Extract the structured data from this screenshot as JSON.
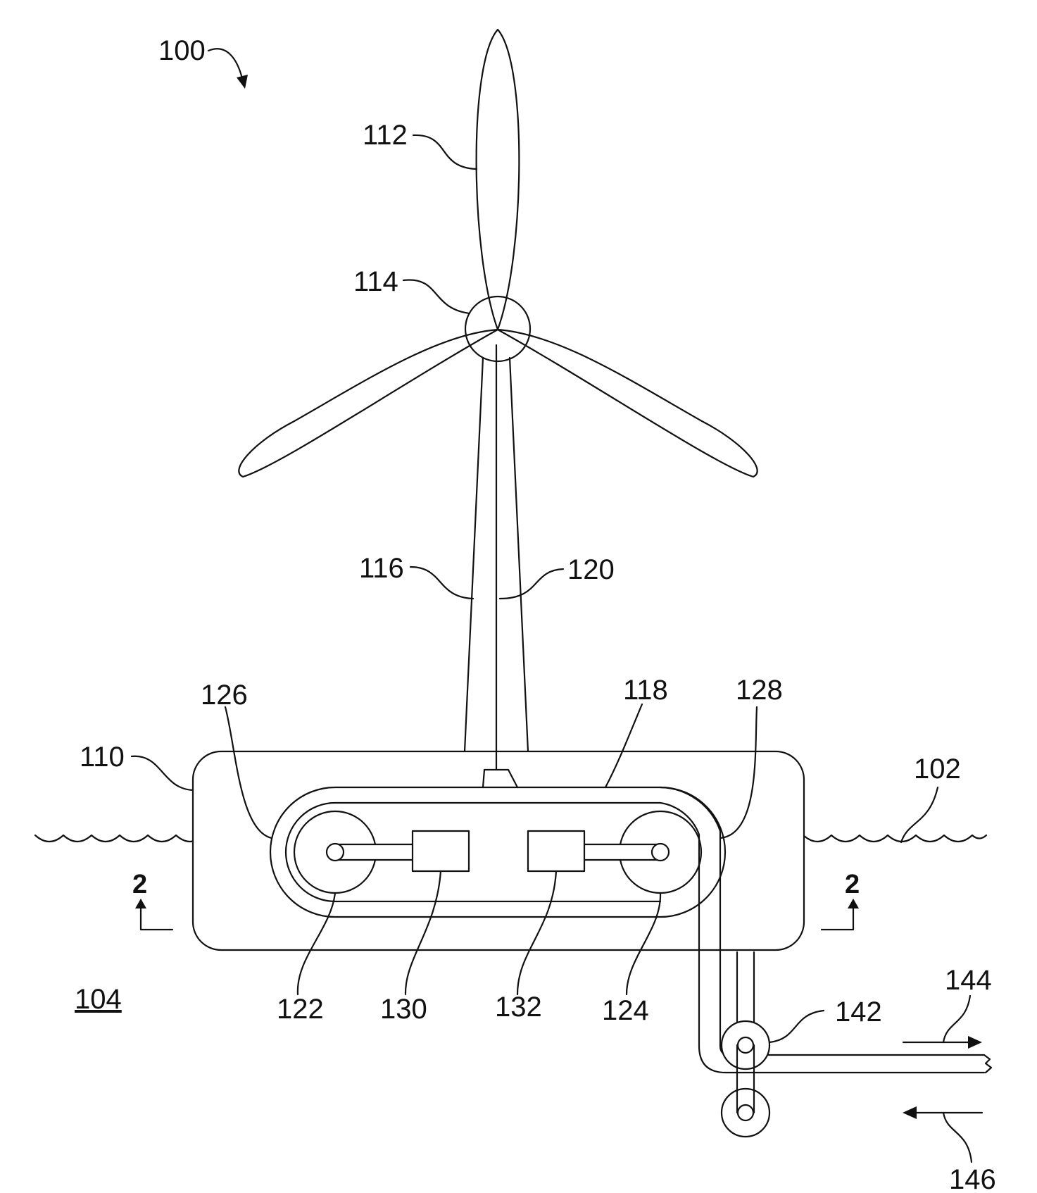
{
  "figure": {
    "labels": {
      "system": "100",
      "water_surface": "102",
      "environment": "104",
      "platform": "110",
      "blade": "112",
      "hub": "114",
      "tower": "116",
      "belt_loop": "118",
      "shaft": "120",
      "pulley_left": "122",
      "pulley_right": "124",
      "wall_left": "126",
      "wall_right": "128",
      "box_left": "130",
      "box_right": "132",
      "pulley_lower": "142",
      "flow_out": "144",
      "flow_in": "146",
      "section_left": "2",
      "section_right": "2"
    }
  }
}
